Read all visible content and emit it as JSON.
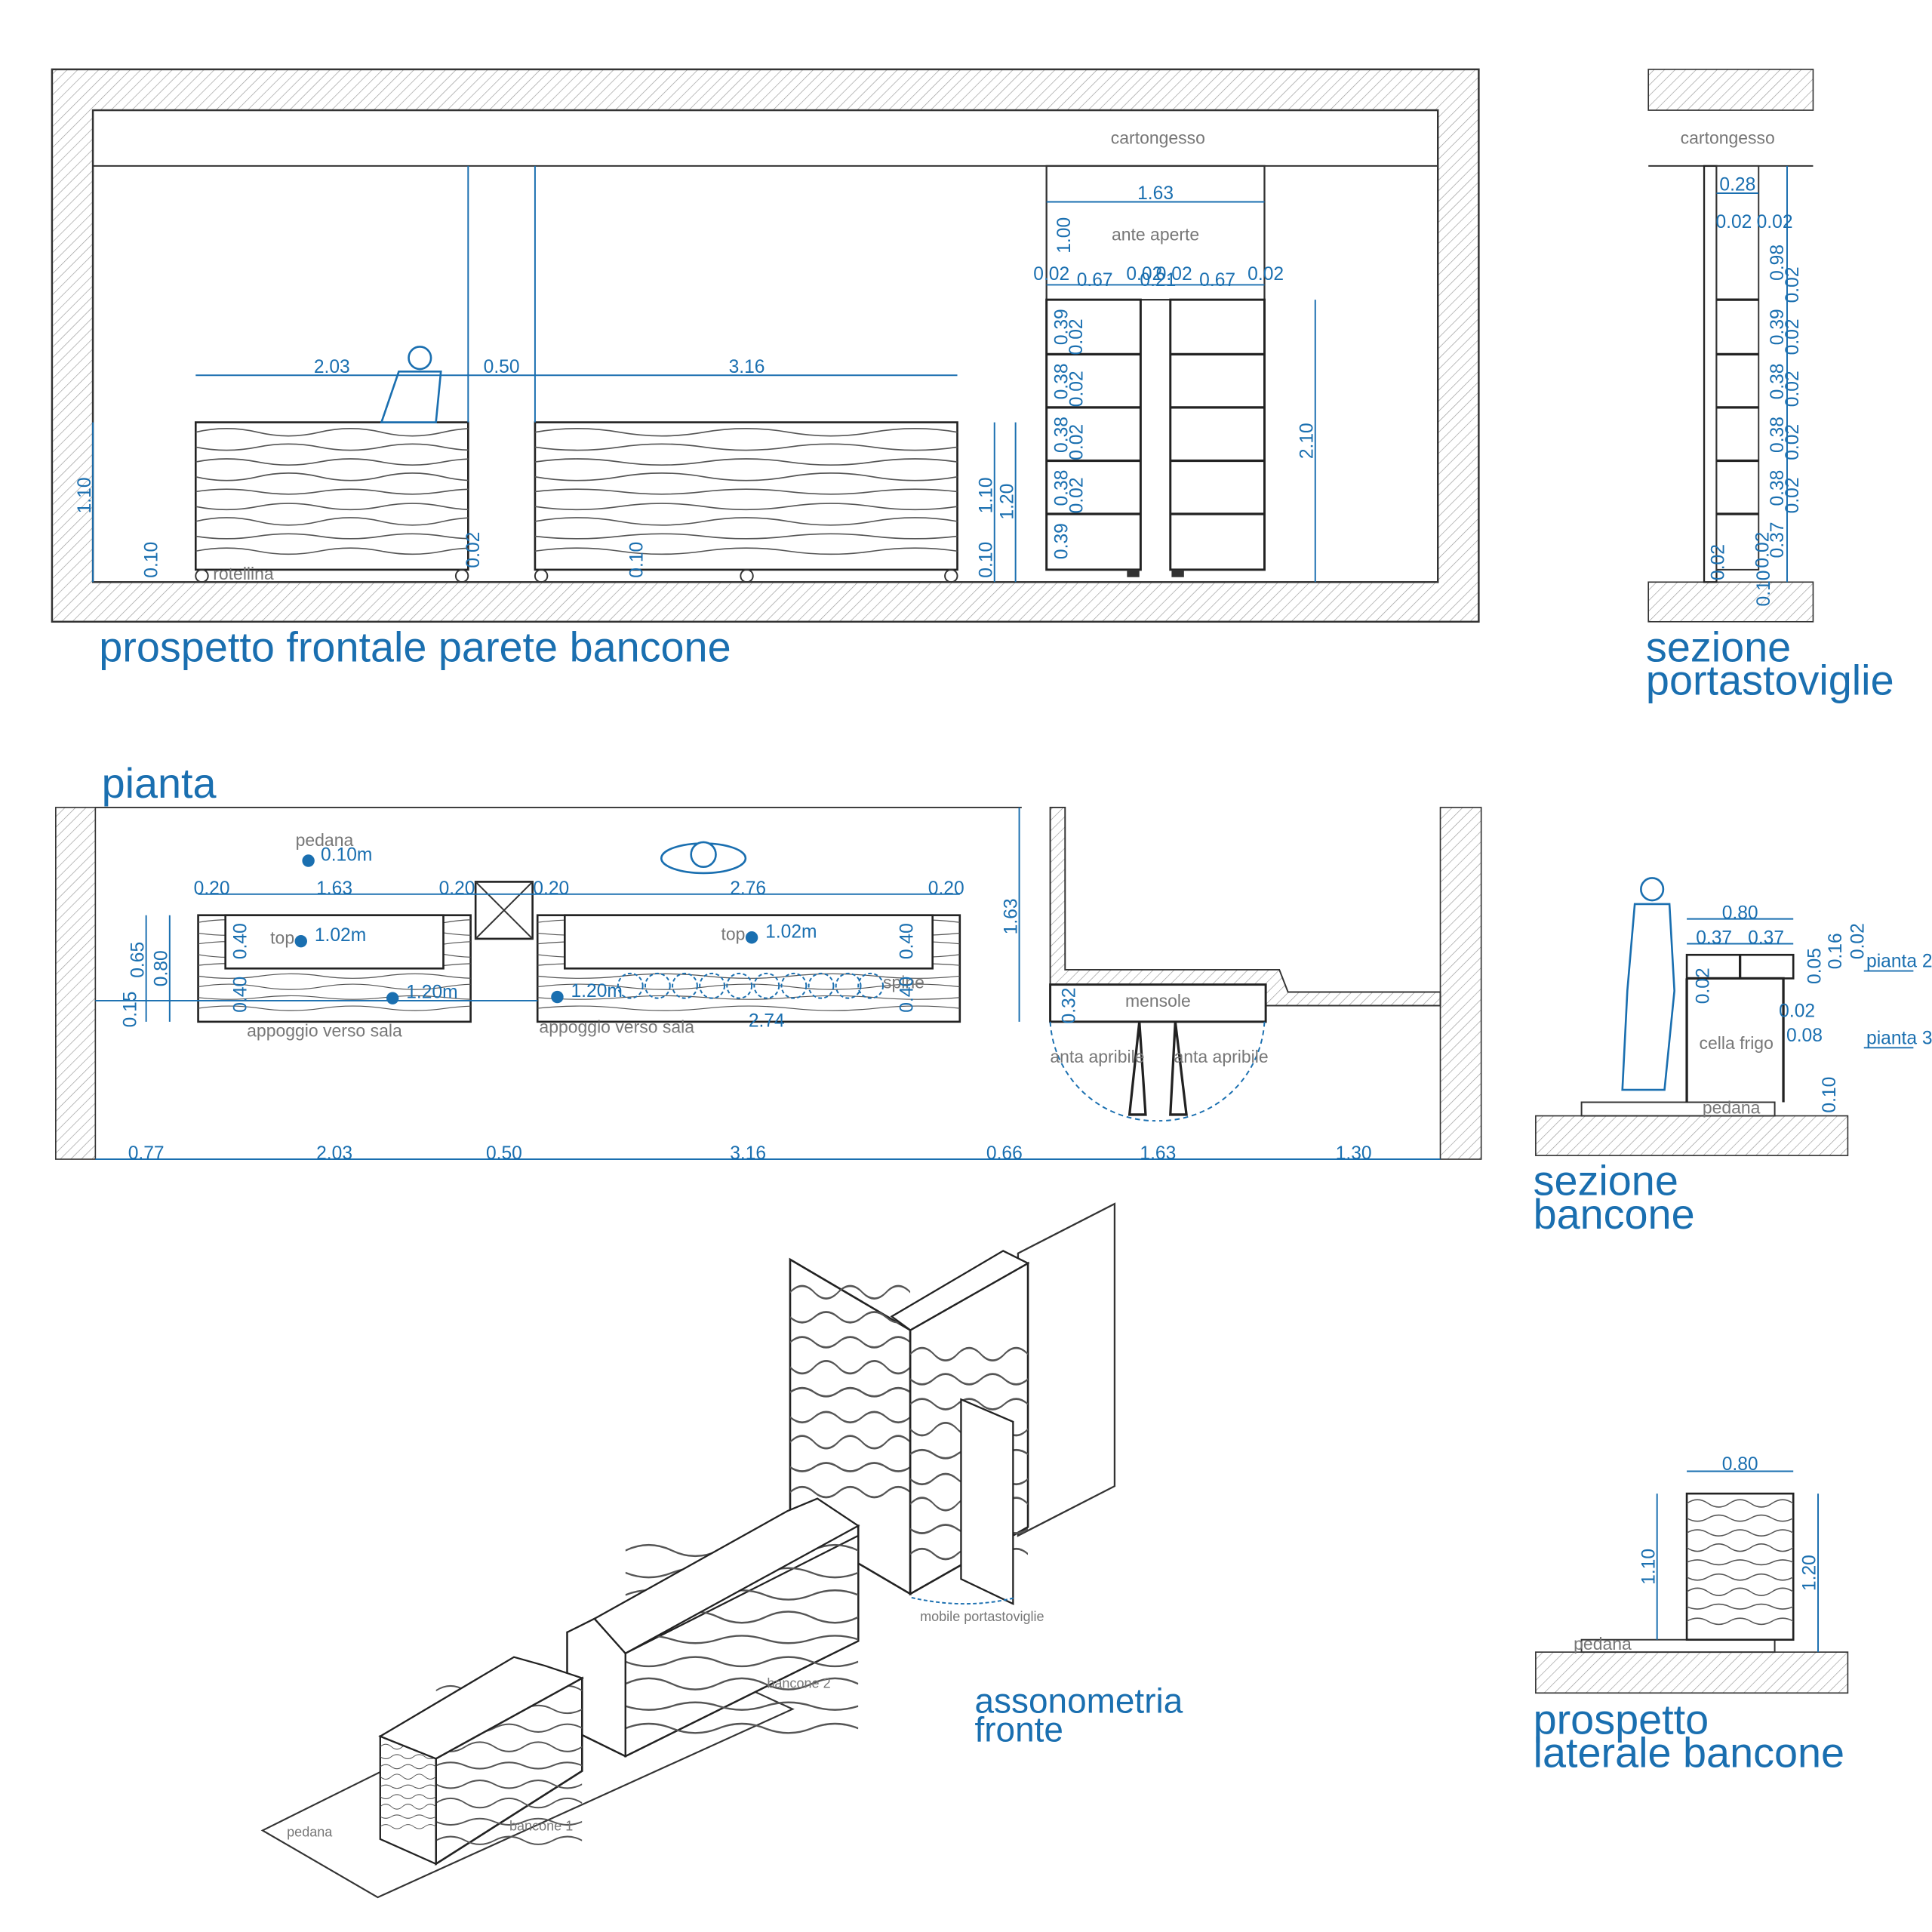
{
  "titles": {
    "front": "prospetto frontale parete bancone",
    "section_dish_1": "sezione",
    "section_dish_2": "portastoviglie",
    "plan": "pianta",
    "section_counter_1": "sezione",
    "section_counter_2": "bancone",
    "axo_1": "assonometria",
    "axo_2": "fronte",
    "side_1": "prospetto",
    "side_2": "laterale bancone"
  },
  "notes": {
    "cartongesso": "cartongesso",
    "ante_aperte": "ante aperte",
    "rotellina": "rotellina",
    "pedana": "pedana",
    "top": "top",
    "appoggio": "appoggio verso sala",
    "spine": "spine",
    "mensole": "mensole",
    "anta_apribile": "anta apribile",
    "cella_frigo": "cella frigo",
    "pianta2": "pianta 2",
    "pianta3": "pianta 3",
    "mobile_portastoviglie": "mobile portastoviglie",
    "bancone1": "bancone 1",
    "bancone2": "bancone 2"
  },
  "levels": {
    "pedana": "0.10m",
    "top": "1.02m",
    "appoggio": "1.20m"
  },
  "front_dims": {
    "w1": "2.03",
    "gap": "0.50",
    "w2": "3.16",
    "h110": "1.10",
    "h120": "1.20",
    "h010": "0.10",
    "h002": "0.02",
    "cab_w": "1.63",
    "cab_top": "1.00",
    "d067": "0.67",
    "d002": "0.02",
    "d021": "0.21",
    "h210": "2.10",
    "s039": "0.39",
    "s038": "0.38"
  },
  "section_dish_dims": {
    "w": "0.28",
    "t": "0.02",
    "top": "0.98",
    "s039": "0.39",
    "s038": "0.38",
    "s037": "0.37",
    "base": "0.10"
  },
  "plan_dims": {
    "d020": "0.20",
    "d163": "1.63",
    "d276": "2.76",
    "d274": "2.74",
    "d040": "0.40",
    "d065": "0.65",
    "d080": "0.80",
    "d015": "0.15",
    "d032": "0.32",
    "bottom": [
      "0.77",
      "2.03",
      "0.50",
      "3.16",
      "0.66",
      "1.63",
      "1.30"
    ]
  },
  "section_counter_dims": {
    "w": "0.80",
    "a": "0.37",
    "b": "0.37",
    "d005": "0.05",
    "d016": "0.16",
    "d002": "0.02",
    "d008": "0.08",
    "d010": "0.10"
  },
  "side_dims": {
    "w": "0.80",
    "h1": "1.10",
    "h2": "1.20"
  }
}
